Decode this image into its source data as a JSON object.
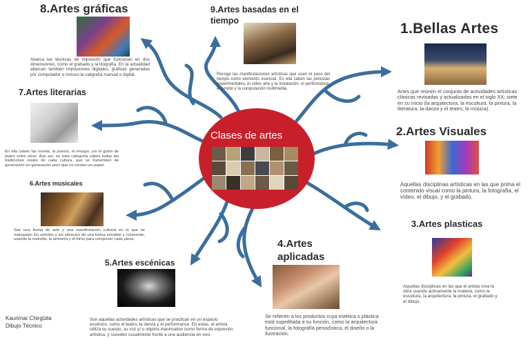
{
  "center": {
    "title": "Clases de artes"
  },
  "branches": [
    {
      "id": "bellas",
      "title": "1.Bellas Artes",
      "text": "Artes que reúnen el conjunto de actividades artísticas clásicas revisadas y  actualizadas en el siglo XX; siete en su inicio (la arquitectura, la escultura, la  pintura, la literatura, la danza y el teatro, la música)."
    },
    {
      "id": "visuales",
      "title": "2.Artes Visuales",
      "text": "Aquellas disciplinas artísticas en las que prima el contenido visual como la pintura, la fotografía, el vídeo, el dibujo, y el grabado."
    },
    {
      "id": "plasticas",
      "title": "3.Artes plasticas",
      "text": "Aquellas disciplinas en las que el artista crea la obra usando activamente la materia, como la escultura, la arquitectura, la pintura, el  grabado y el dibujo."
    },
    {
      "id": "aplicadas",
      "title": "4.Artes aplicadas",
      "text": "Se refieren a los productos cuya estética o plástica está supeditada a su función,  como la arquitectura funcional, la fotografía periodística, el diseño o la ilustración."
    },
    {
      "id": "escenicas",
      "title": "5.Artes escénicas",
      "text": "Son aquellas actividades artísticas que se practican en un espacio escénico, como el  teatro, la danza y el performance. En estas, el artista utiliza su cuerpo, su voz y/ o objetos inanimados como forma de expresión artística, y suceden usualmente  frente a una audiencia en vivo."
    },
    {
      "id": "musicales",
      "title": "6.Artes musicales",
      "text": "Son una forma de arte y una manifestación cultural en la que se manipulan los  sonidos y los silencios de una forma sensible y coherente,  usando la melodía, la  armonía y el ritmo para componer cada pieza."
    },
    {
      "id": "literarias",
      "title": "7.Artes literarias",
      "text": "En ella caben las novela, la poesía, el ensayo, y/o el guion de teatro entre otros. Aun  así, en esta categoría caben todas las tradiciones orales de cada cultura, que se  transmiten de generación en generación pero que no existen en papel."
    },
    {
      "id": "graficas",
      "title": "8.Artes gráficas",
      "text": "Abarca las técnicas de impresión que funcionan en dos dimensiones, como el  grabado y la litografía.  En la actualidad  abarcan  también  impresiones  digitales,  gráficas generadas por computador e incluso la caligrafía manual o digital."
    },
    {
      "id": "tiempo",
      "title": "9.Artes basadas en el tiempo",
      "text": "Recoge las manifestaciones artísticas que usan el paso del tiempo como elemento  esencial. En ella caben las películas experimentales, el video arte y la instalación, el performance, el sonido y la computación multimedia."
    }
  ],
  "author": {
    "name": "Kaurimar Chirgüita",
    "subject": "Dibujo Técnico"
  },
  "colors": {
    "arrow": "#3b6e9e",
    "circle": "#c8202a"
  }
}
